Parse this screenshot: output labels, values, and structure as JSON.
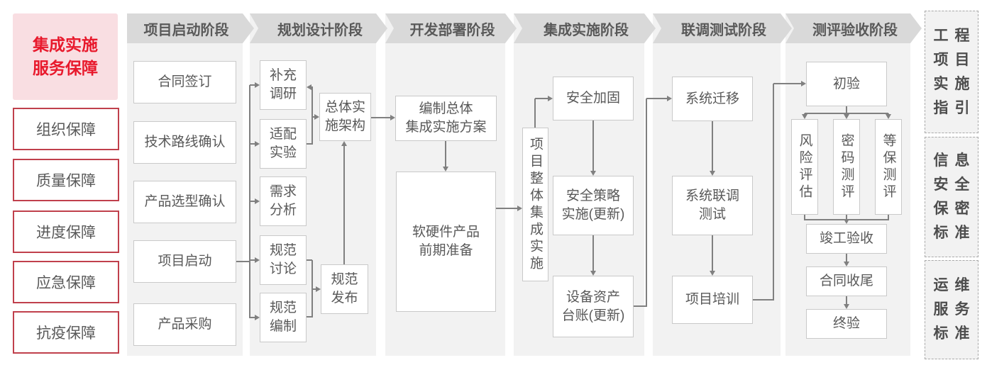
{
  "colors": {
    "accent_red_text": "#e8192c",
    "sidebar_pink_bg": "#f9dee2",
    "sidebar_red_border": "#c0404c",
    "phase_band_bg": "#d9d9d9",
    "phase_panel_bg": "#f2f2f2",
    "box_border": "#c9c9c9",
    "text_gray": "#595959",
    "connector_gray": "#808080"
  },
  "sidebar": {
    "title": [
      "集成实施",
      "服务保障"
    ],
    "items": [
      "组织保障",
      "质量保障",
      "进度保障",
      "应急保障",
      "抗疫保障"
    ]
  },
  "phases": [
    {
      "label": "项目启动阶段",
      "boxes": [
        "合同签订",
        "技术路线确认",
        "产品选型确认",
        "项目启动",
        "产品采购"
      ]
    },
    {
      "label": "规划设计阶段",
      "boxes": [
        "补充\n调研",
        "适配\n实验",
        "需求\n分析",
        "规范\n讨论",
        "规范\n编制",
        "总体实\n施架构",
        "规范\n发布"
      ]
    },
    {
      "label": "开发部署阶段",
      "boxes": [
        "编制总体\n集成实施方案",
        "软硬件产品\n前期准备"
      ]
    },
    {
      "label": "集成实施阶段",
      "boxes": [
        "项目整体集成实施",
        "安全加固",
        "安全策略\n实施(更新)",
        "设备资产\n台账(更新)"
      ]
    },
    {
      "label": "联调测试阶段",
      "boxes": [
        "系统迁移",
        "系统联调\n测试",
        "项目培训"
      ]
    },
    {
      "label": "测评验收阶段",
      "boxes": [
        "初验",
        "风险评估",
        "密码测评",
        "等保测评",
        "竣工验收",
        "合同收尾",
        "终验"
      ]
    }
  ],
  "standards": [
    [
      "工程",
      "项目",
      "实施",
      "指引"
    ],
    [
      "信息",
      "安全",
      "保密",
      "标准"
    ],
    [
      "运维",
      "服务",
      "标准"
    ]
  ]
}
